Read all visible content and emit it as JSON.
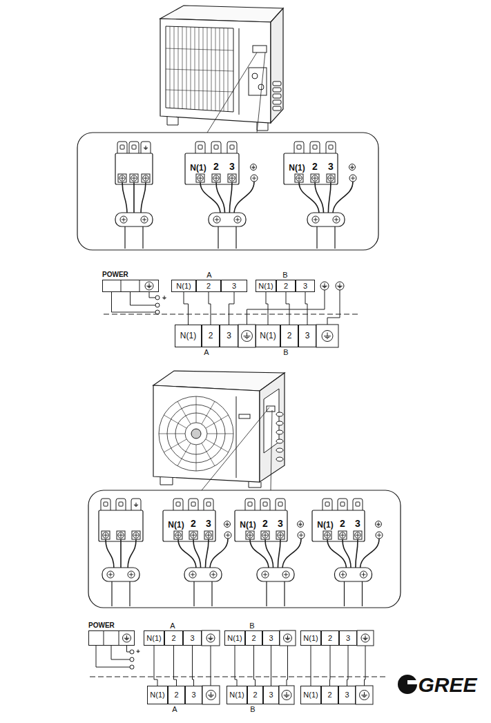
{
  "diagram": {
    "nodes": [
      {
        "text": [
          "POWER"
        ]
      },
      {
        "text": [
          "A"
        ]
      },
      {
        "text": [
          "N(1)"
        ],
        "in": 1
      },
      {
        "text": [
          "2"
        ],
        "in": 1
      },
      {
        "text": [
          "3"
        ],
        "in": 1
      },
      {
        "text": [
          "B"
        ]
      },
      {
        "text": [
          "N(1)"
        ],
        "in": 5
      },
      {
        "text": [
          "2"
        ],
        "in": 5
      },
      {
        "text": [
          "3"
        ],
        "in": 5
      },
      {
        "text": [
          "A"
        ]
      },
      {
        "text": [
          "N(1)"
        ],
        "in": 9
      },
      {
        "text": [
          "2"
        ],
        "in": 9
      },
      {
        "text": [
          "3"
        ],
        "in": 9
      },
      {
        "text": [
          "B"
        ]
      },
      {
        "text": [
          "N(1)"
        ],
        "in": 13
      },
      {
        "text": [
          "2"
        ],
        "in": 13
      },
      {
        "text": [
          "3"
        ],
        "in": 13
      },
      {
        "text": [
          "POWER"
        ]
      },
      {
        "text": [
          "A"
        ]
      },
      {
        "text": [
          "N(1)"
        ],
        "in": 18
      },
      {
        "text": [
          "2"
        ],
        "in": 18
      },
      {
        "text": [
          "3"
        ],
        "in": 18
      },
      {
        "text": [
          "B"
        ]
      },
      {
        "text": [
          "N(1)"
        ],
        "in": 22
      },
      {
        "text": [
          "2"
        ],
        "in": 22
      },
      {
        "text": [
          "3"
        ],
        "in": 22
      },
      {
        "text": [
          "N(1)"
        ]
      },
      {
        "text": [
          "2"
        ]
      },
      {
        "text": [
          "3"
        ]
      },
      {
        "text": [
          "A"
        ]
      },
      {
        "text": [
          "N(1)"
        ],
        "in": 29
      },
      {
        "text": [
          "2"
        ],
        "in": 29
      },
      {
        "text": [
          "3"
        ],
        "in": 29
      },
      {
        "text": [
          "B"
        ]
      },
      {
        "text": [
          "N(1)"
        ],
        "in": 33
      },
      {
        "text": [
          "2"
        ],
        "in": 33
      },
      {
        "text": [
          "3"
        ],
        "in": 33
      },
      {
        "text": [
          "N(1)"
        ]
      },
      {
        "text": [
          "2"
        ]
      },
      {
        "text": [
          "3"
        ]
      }
    ],
    "edges": [
      {
        "from": 2,
        "to": 10,
        "arrow": "none"
      },
      {
        "from": 3,
        "to": 11,
        "arrow": "none"
      },
      {
        "from": 4,
        "to": 12,
        "arrow": "none"
      },
      {
        "from": 6,
        "to": 14,
        "arrow": "none"
      },
      {
        "from": 7,
        "to": 15,
        "arrow": "none"
      },
      {
        "from": 8,
        "to": 16,
        "arrow": "none"
      },
      {
        "from": 19,
        "to": 30,
        "arrow": "none"
      },
      {
        "from": 20,
        "to": 31,
        "arrow": "none"
      },
      {
        "from": 21,
        "to": 32,
        "arrow": "none"
      },
      {
        "from": 23,
        "to": 34,
        "arrow": "none"
      },
      {
        "from": 24,
        "to": 35,
        "arrow": "none"
      },
      {
        "from": 25,
        "to": 36,
        "arrow": "none"
      },
      {
        "from": 26,
        "to": 37,
        "arrow": "none"
      },
      {
        "from": 27,
        "to": 38,
        "arrow": "none"
      },
      {
        "from": 28,
        "to": 39,
        "arrow": "none"
      }
    ],
    "labels": [
      "N(1)",
      "2",
      "3",
      "N(1)",
      "2",
      "3",
      "N(1)",
      "2",
      "3",
      "N(1)",
      "2",
      "3",
      "N(1)",
      "2",
      "3",
      "GREE"
    ]
  }
}
